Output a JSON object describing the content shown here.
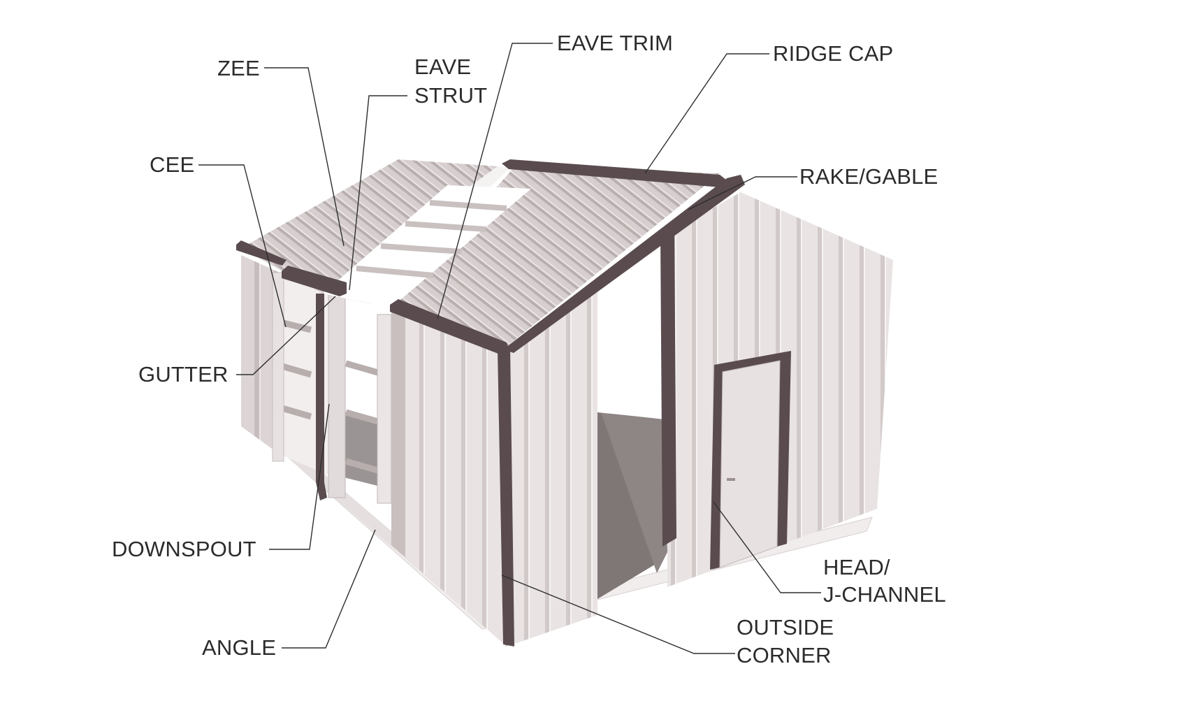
{
  "labels": {
    "zee": "ZEE",
    "eave_strut_line1": "EAVE",
    "eave_strut_line2": "STRUT",
    "eave_trim": "EAVE TRIM",
    "ridge_cap": "RIDGE CAP",
    "cee": "CEE",
    "rake_gable": "RAKE/GABLE",
    "gutter": "GUTTER",
    "downspout": "DOWNSPOUT",
    "angle": "ANGLE",
    "head_jchannel_line1": "HEAD/",
    "head_jchannel_line2": "J-CHANNEL",
    "outside_corner_line1": "OUTSIDE",
    "outside_corner_line2": "CORNER"
  },
  "colors": {
    "trim": "#5a4c4e",
    "panel_light": "#ece6e6",
    "panel_mid": "#d9d1d1",
    "panel_dark": "#bfb5b5",
    "roof": "#d4cccc",
    "floor": "#7d7474",
    "slab": "#f2efef"
  }
}
